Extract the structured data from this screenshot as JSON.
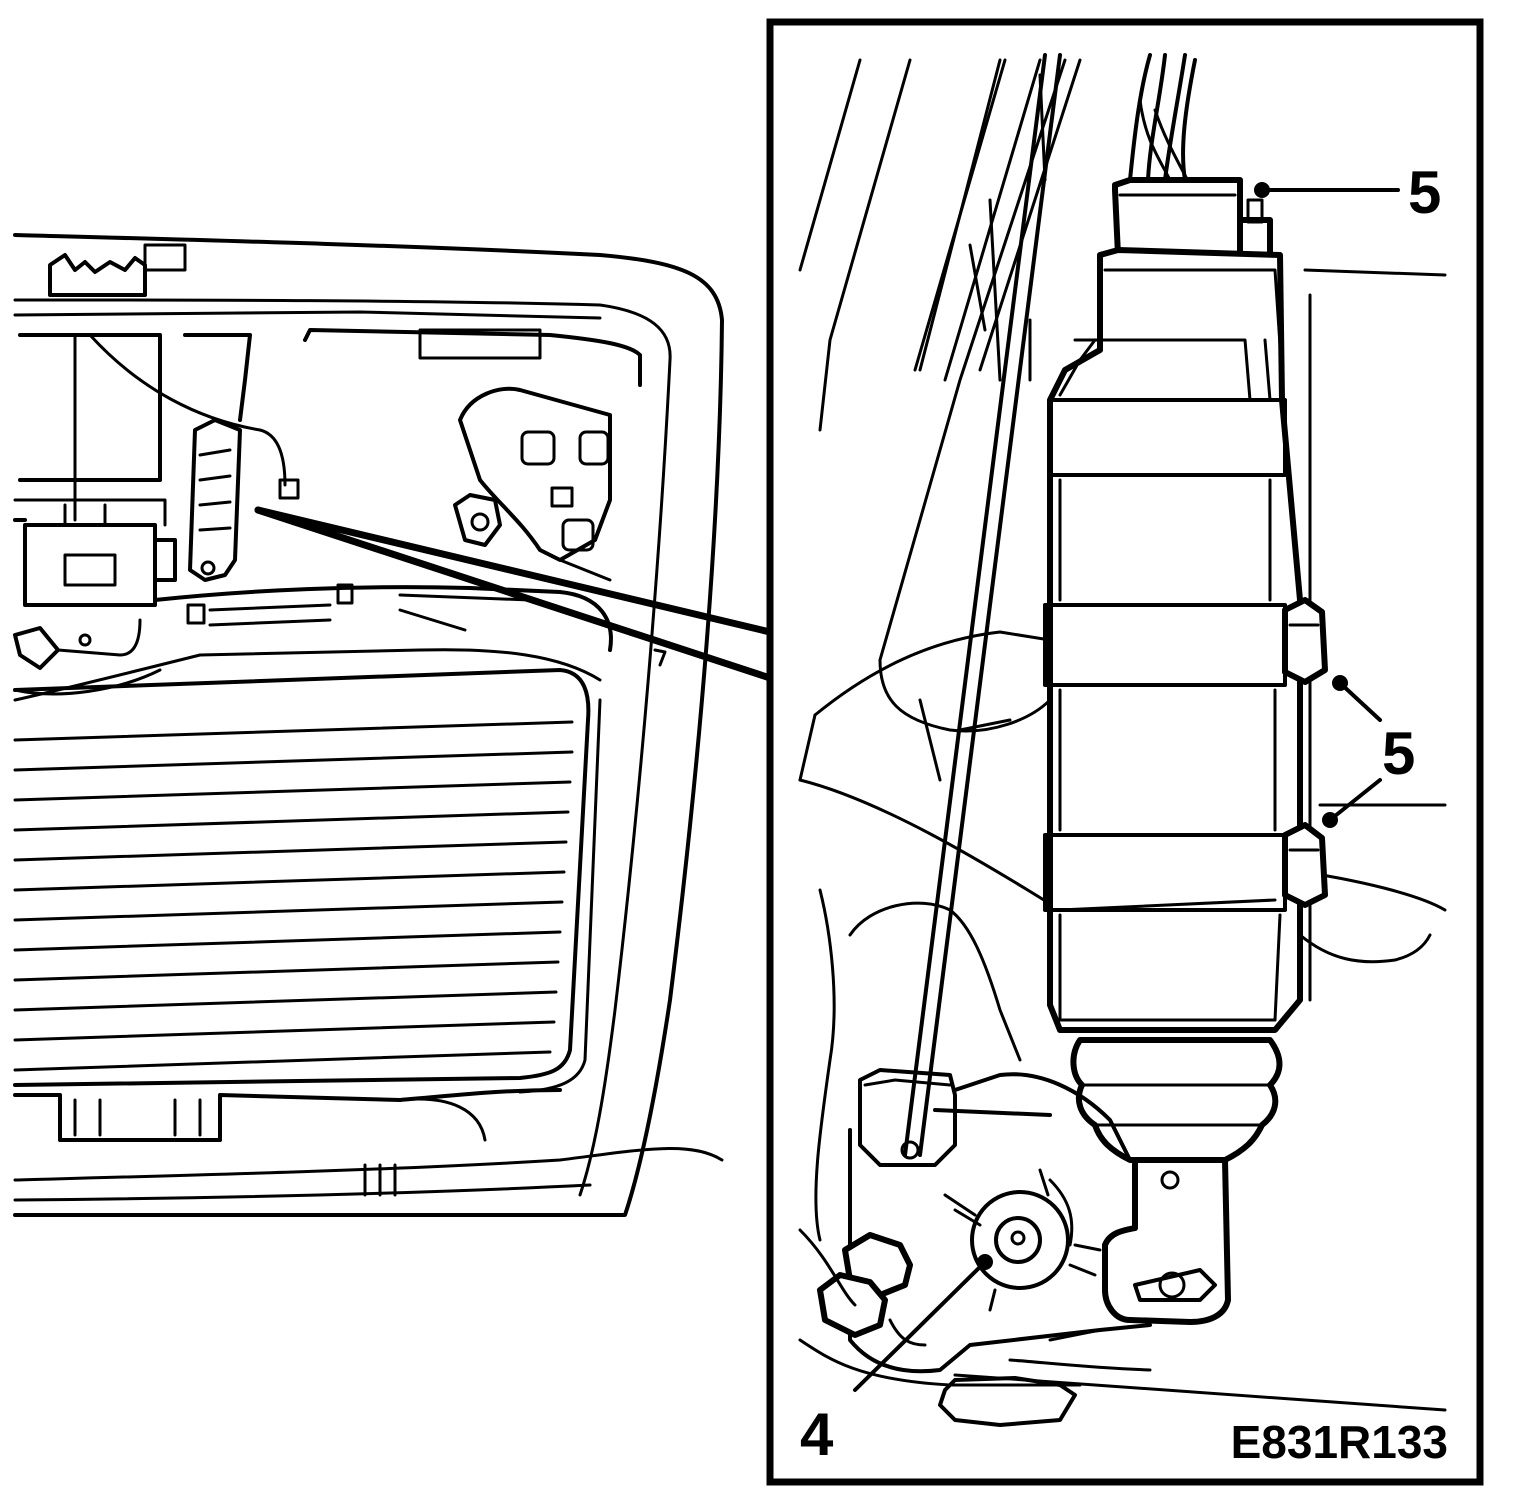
{
  "diagram": {
    "figure_code": "E831R133",
    "callouts": [
      {
        "id": "callout-5-top",
        "label": "5"
      },
      {
        "id": "callout-5-side",
        "label": "5"
      },
      {
        "id": "callout-4",
        "label": "4"
      }
    ]
  },
  "colors": {
    "line": "#000000",
    "background": "#ffffff"
  }
}
